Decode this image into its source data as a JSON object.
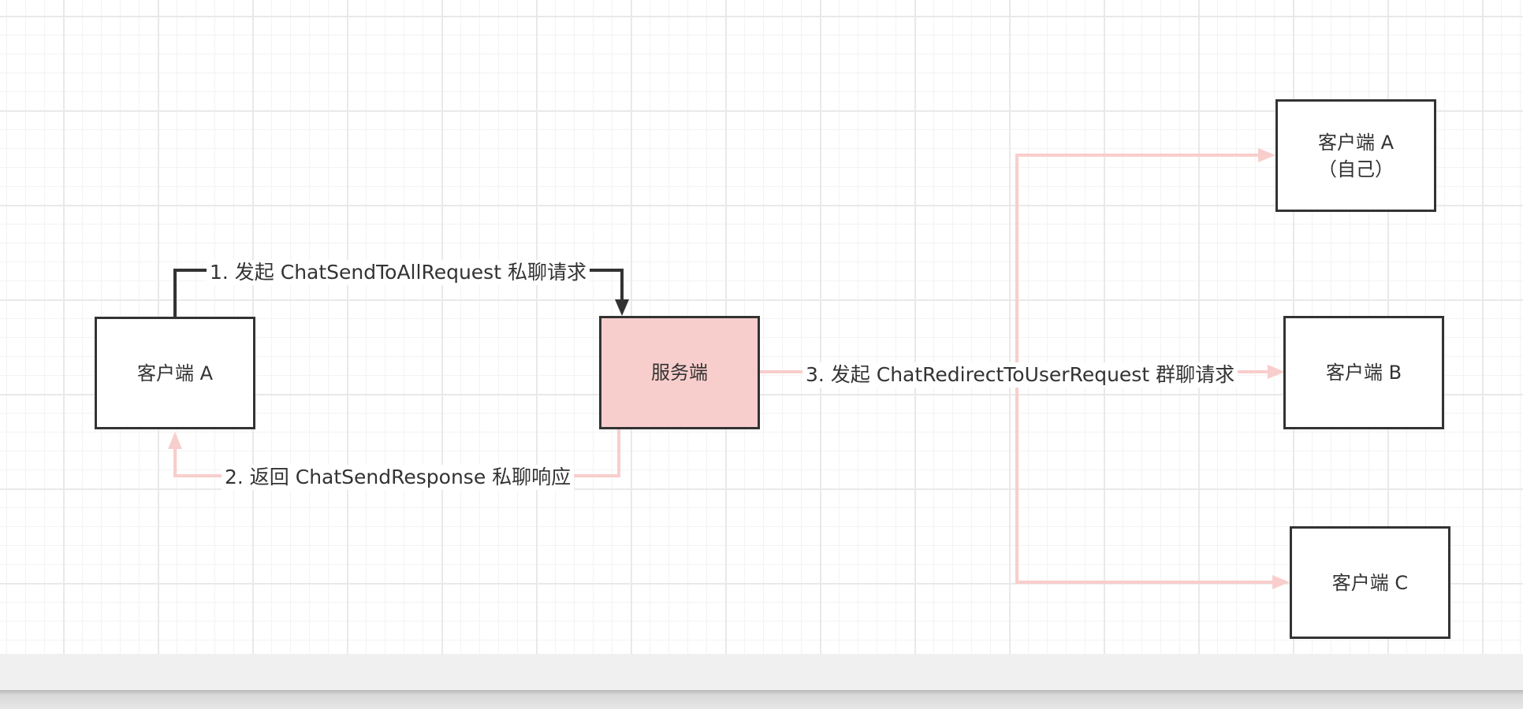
{
  "nodes": {
    "client_a_left": "客户端 A",
    "server": "服务端",
    "client_a_self": "客户端 A\n（自己）",
    "client_b": "客户端 B",
    "client_c": "客户端 C"
  },
  "edges": {
    "step1": "1. 发起 ChatSendToAllRequest 私聊请求",
    "step2": "2. 返回 ChatSendResponse 私聊响应",
    "step3": "3. 发起 ChatRedirectToUserRequest 群聊请求"
  },
  "colors": {
    "server_fill": "#f8cecc",
    "node_stroke": "#333333",
    "pink_edge": "#f8cecc",
    "dark_edge": "#333333"
  }
}
